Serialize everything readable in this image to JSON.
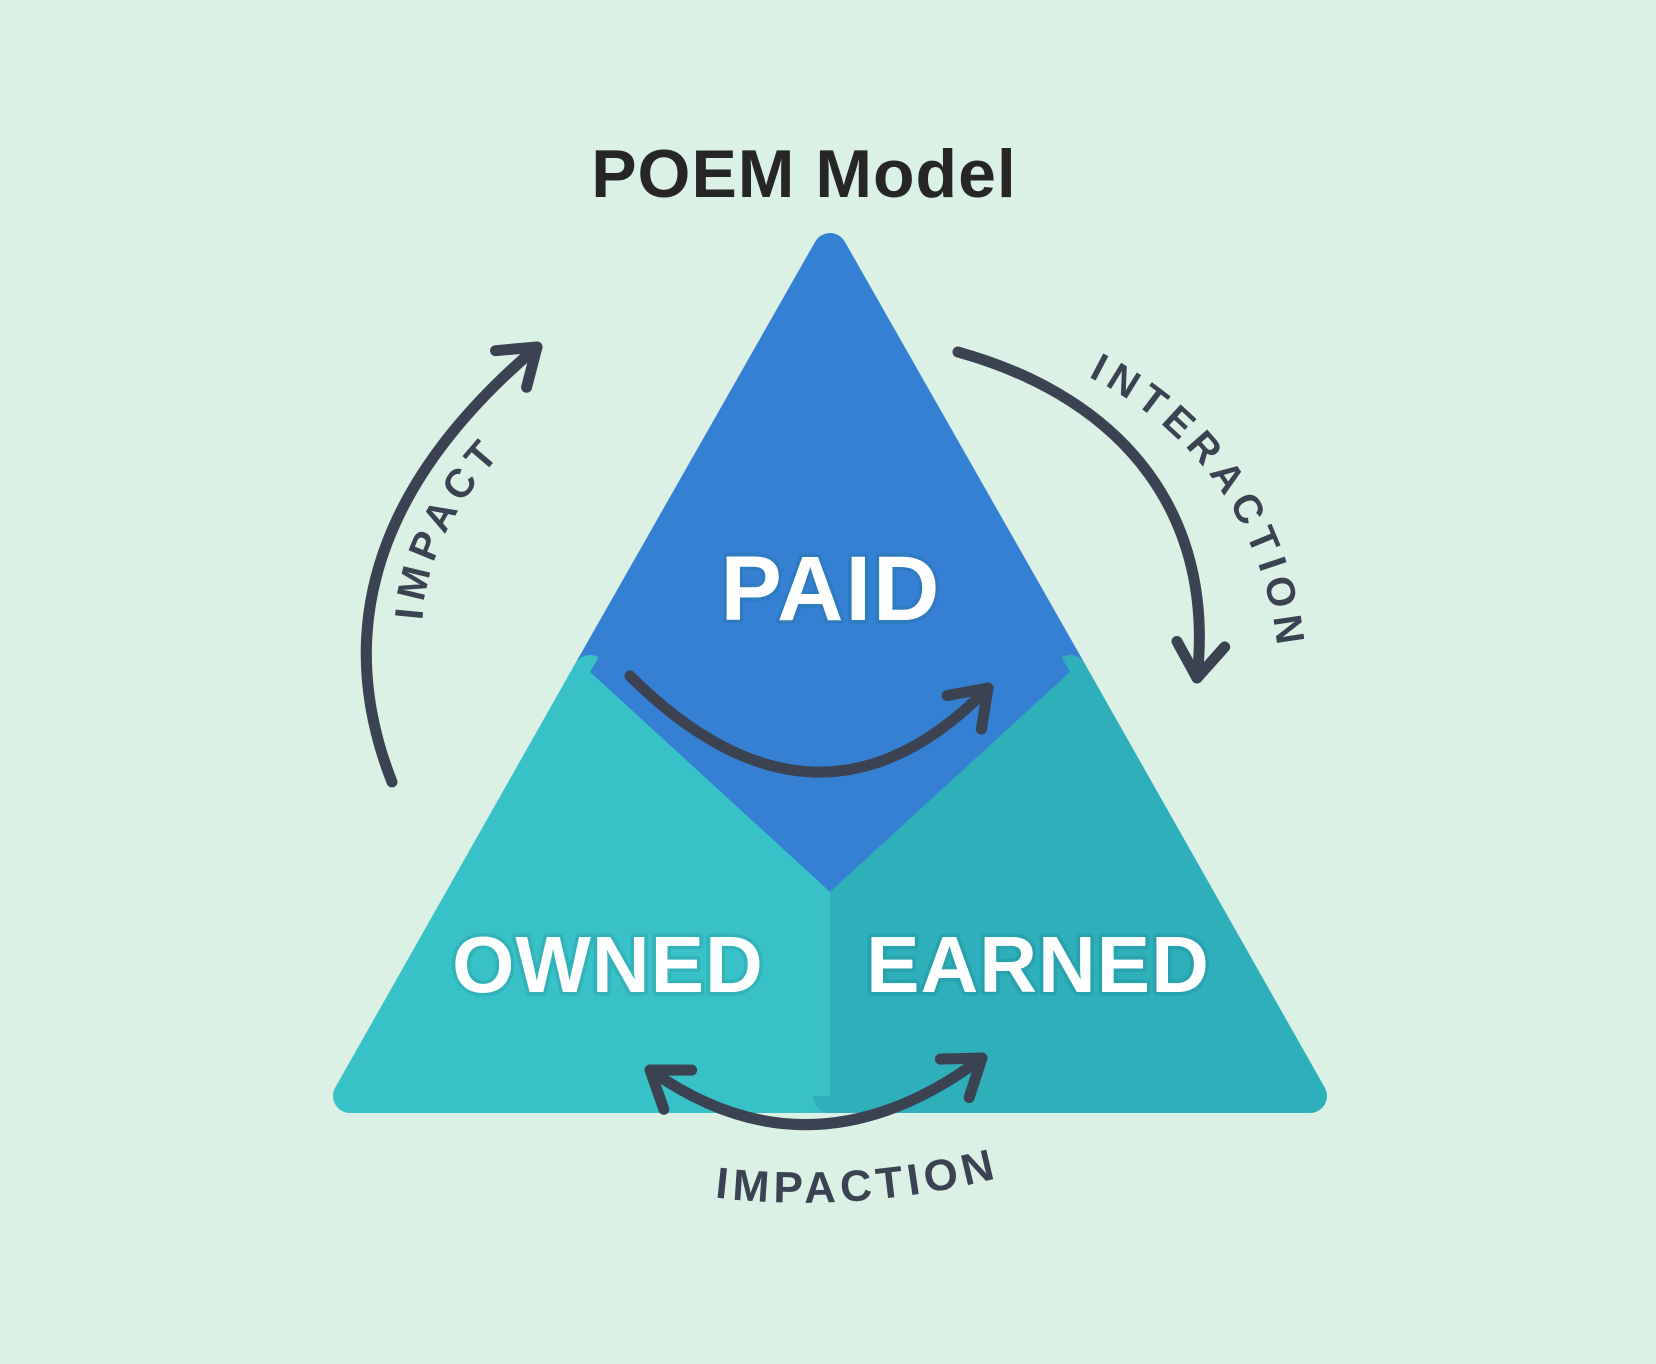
{
  "title": "POEM Model",
  "regions": {
    "paid": {
      "label": "PAID"
    },
    "owned": {
      "label": "OWNED"
    },
    "earned": {
      "label": "EARNED"
    }
  },
  "arrows": {
    "left": {
      "label": "IMPACT",
      "icon": "curved-arrow-up-right-icon"
    },
    "right": {
      "label": "INTERACTION",
      "icon": "curved-arrow-down-icon"
    },
    "bottom": {
      "label": "IMPACTION",
      "icon": "curved-double-arrow-icon"
    },
    "inner": {
      "label": "",
      "icon": "curved-arrow-up-right-icon"
    }
  },
  "colors": {
    "background": "#dcf1e5",
    "paid": "#3580d2",
    "owned": "#38c2c8",
    "earned": "#2eafba",
    "ink": "#3b4252",
    "title_ink": "#262626",
    "label_text": "#ffffff"
  }
}
